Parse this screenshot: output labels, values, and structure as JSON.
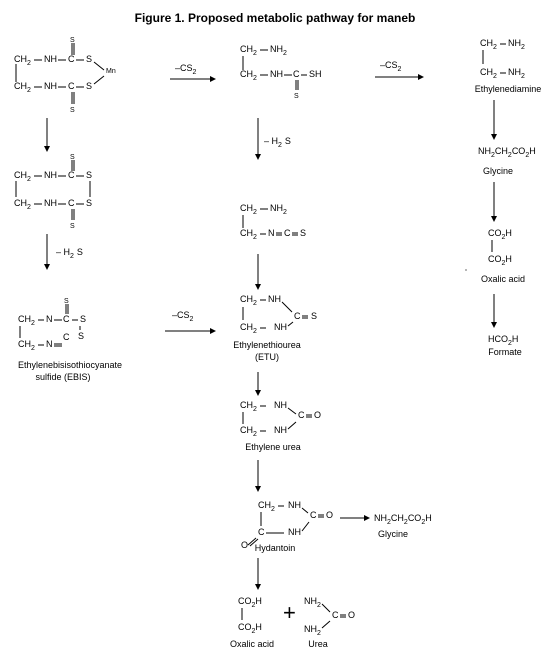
{
  "title": "Figure   1. Proposed metabolic pathway for maneb",
  "reagents": {
    "cs2": "–CS",
    "cs2_sub": "2",
    "h2s": "– H",
    "h2s_sub": "2",
    "h2s_s": "S"
  },
  "compounds": {
    "ethylenediamine": "Ethylenediamine",
    "glycine": "Glycine",
    "oxalic_acid": "Oxalic acid",
    "formate": "Formate",
    "ebis_line1": "Ethylenebisisothiocyanate",
    "ebis_line2": "sulfide (EBIS)",
    "etu_line1": "Ethylenethiourea",
    "etu_line2": "(ETU)",
    "ethylene_urea": "Ethylene urea",
    "hydantoin": "Hydantoin",
    "glycine2": "Glycine",
    "oxalic_acid2": "Oxalic acid",
    "urea": "Urea"
  },
  "atoms": {
    "ch2": "CH",
    "nh": "NH",
    "nh2": "NH",
    "n": "N",
    "c": "C",
    "s": "S",
    "o": "O",
    "sh": "SH",
    "mn": "Mn",
    "sub2": "2",
    "co2h": "CO",
    "h": "H",
    "hco2h": "HCO",
    "nh2ch2co2h": "NH",
    "plus": "+"
  }
}
